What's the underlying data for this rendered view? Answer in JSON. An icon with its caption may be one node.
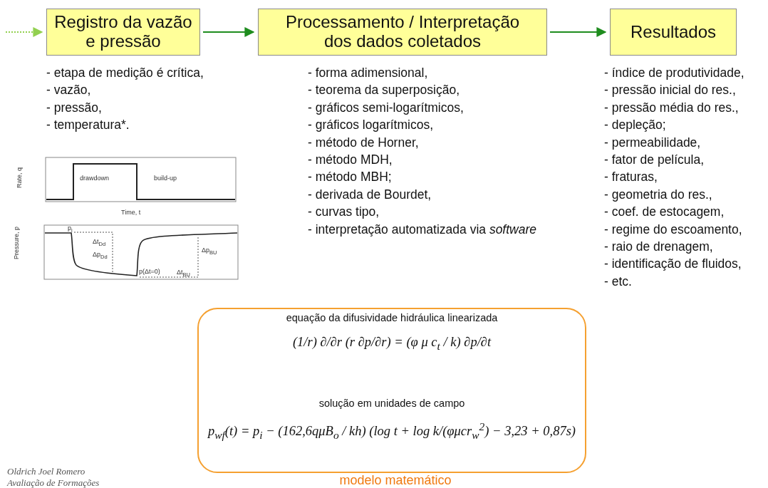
{
  "diagram": {
    "nodes": [
      {
        "text": [
          "Registro da vazão e pressão"
        ],
        "beside": [
          "- etapa de medição é crítica,",
          "- vazão,",
          "- pressão,",
          "- temperatura*."
        ]
      },
      {
        "text": [
          "Processamento / Interpretação dos dados coletados"
        ],
        "beside": [
          "- forma adimensional,",
          "- teorema da superposição,",
          "- gráficos semi-logarítmicos,",
          "- gráficos logarítmicos,",
          "- método de Horner,",
          "- método MDH,",
          "- método MBH;",
          "- derivada de Bourdet,",
          "- curvas tipo,",
          "- interpretação automatizada via *software*"
        ]
      },
      {
        "text": [
          "Resultados"
        ],
        "beside": [
          "- índice de produtividade,",
          "- pressão inicial do res.,",
          "- pressão média do res.,",
          "- depleção;",
          "- permeabilidade,",
          "- fator de película,",
          "- fraturas,",
          "- geometria do res.,",
          "- coef. de estocagem,",
          "- regime do escoamento,",
          "- raio de drenagem,",
          "- identificação de fluidos,",
          "- etc."
        ]
      },
      {
        "text": [
          "equação da difusividade hidráulica linearizada",
          "(1/r) ∂/∂r (r ∂p/∂r) = (φ μ c$_{t}$ / k) ∂p/∂t",
          "solução em unidades de campo",
          "p$_{wf}$(t) = p$_{i}$ − (162,6qμB$_{o}$ / kh) (log t + log k/(φμcr$_{w}$$^{2}$) − 3,23 + 0,87s)"
        ],
        "beside": [
          "modelo matemático"
        ]
      }
    ],
    "edges": [
      {
        "from": null,
        "to": 0,
        "arrow": "to",
        "style": "dashed",
        "color": "#92d050"
      },
      {
        "from": 0,
        "to": 1,
        "arrow": "to"
      },
      {
        "from": 1,
        "to": 2,
        "arrow": "to"
      }
    ],
    "labels": [
      "Rate, q",
      "drawdown",
      "build-up",
      "Time, t",
      "Pressure, p",
      "p$_{i}$",
      "Δt$_{Dd}$",
      "Δp$_{Dd}$",
      "p(Δt=0)",
      "Δt$_{BU}$",
      "Δp$_{BU}$",
      "Oldrich Joel Romero",
      "Avaliação de Formações"
    ]
  }
}
